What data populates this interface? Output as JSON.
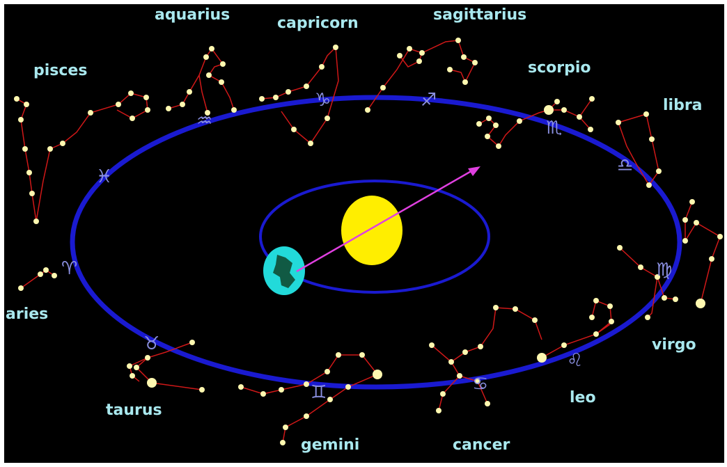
{
  "colors": {
    "background": "#000000",
    "orbit": "#1a1ad0",
    "sun": "#ffee00",
    "earth": "#22dada",
    "arrow": "#e040e0",
    "star": "#fff8b0",
    "line": "#d01818",
    "label": "#a9e8ee",
    "glyph": "#8a8fe0"
  },
  "labels": {
    "aquarius": "aquarius",
    "capricorn": "capricorn",
    "sagittarius": "sagittarius",
    "scorpio": "scorpio",
    "libra": "libra",
    "pisces": "pisces",
    "aries": "aries",
    "virgo": "virgo",
    "taurus": "taurus",
    "leo": "leo",
    "gemini": "gemini",
    "cancer": "cancer"
  },
  "glyphs": {
    "aquarius": "♒",
    "capricorn": "♑",
    "sagittarius": "♐",
    "scorpio": "♏",
    "libra": "♎",
    "virgo": "♍",
    "leo": "♌",
    "cancer": "♋",
    "gemini": "♊",
    "taurus": "♉",
    "aries": "♈",
    "pisces": "♓"
  }
}
